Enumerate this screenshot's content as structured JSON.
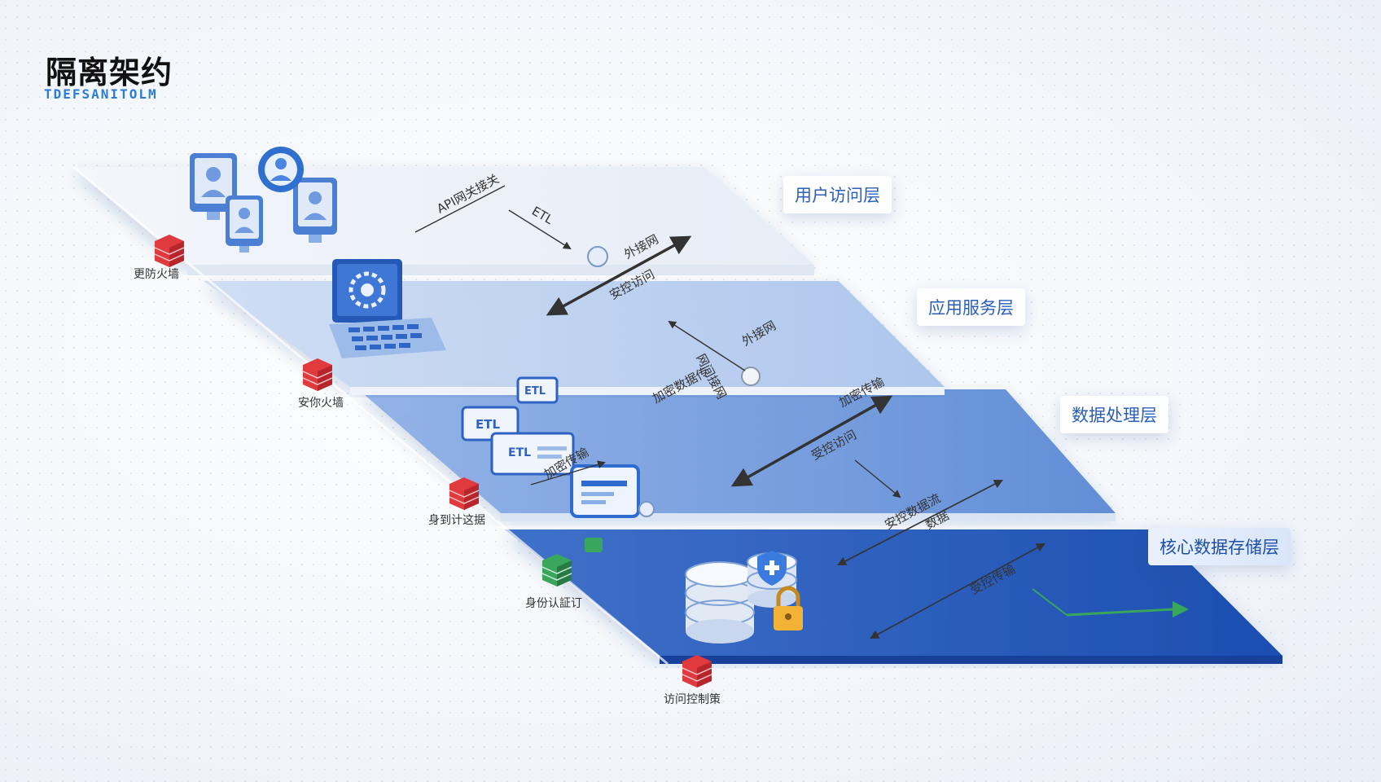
{
  "header": {
    "title": "隔离架约",
    "subtitle": "TDEFSANITOLM"
  },
  "layers": [
    {
      "name": "用户访问层"
    },
    {
      "name": "应用服务层"
    },
    {
      "name": "数据处理层"
    },
    {
      "name": "核心数据存储层"
    }
  ],
  "security_nodes": [
    {
      "caption": "更防火墙"
    },
    {
      "caption": "安你火墙"
    },
    {
      "caption": "身到计这据"
    },
    {
      "caption": "身份认証订"
    },
    {
      "caption": "访问控制策"
    }
  ],
  "edges": {
    "api_gateway": "API网关接关",
    "etl_small": "ETL",
    "access_small": "外接网",
    "controlled_access_1": "安控访问",
    "gateway_access": "网间接网",
    "access_small_2": "外接网",
    "encrypt_transfer": "加密数据传",
    "encrypt_small": "加密传输",
    "controlled_access_2": "受控访问",
    "encrypt_small_2": "加密传输",
    "controlled_data": "安控数据流",
    "data_flow": "数据",
    "controlled_transfer": "受控传输"
  },
  "device_labels": {
    "etl_1": "ETL",
    "etl_2": "ETL",
    "etl_3": "ETL"
  },
  "colors": {
    "layer_user": "#eef2f8",
    "layer_app": "#b7cdf0",
    "layer_data": "#6c97dc",
    "layer_core": "#2356b8",
    "firewall_red": "#e0393e",
    "auth_green": "#3aa55d",
    "accent_blue": "#2b7bd8"
  },
  "icons": [
    "user-monitor-icon",
    "user-avatar-icon",
    "laptop-gear-icon",
    "etl-server-icon",
    "id-card-icon",
    "database-icon",
    "shield-icon",
    "lock-icon",
    "firewall-icon"
  ]
}
